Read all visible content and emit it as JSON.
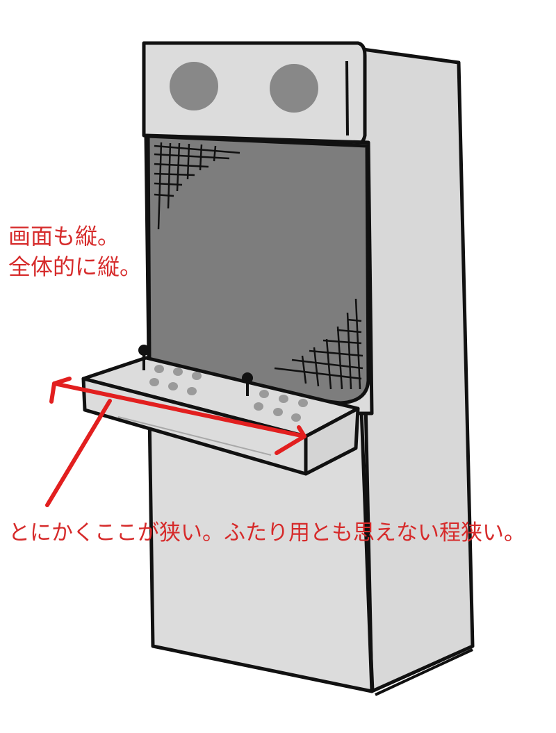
{
  "annotations": {
    "screen_note_line1": "画面も縦。",
    "screen_note_line2": "全体的に縦。",
    "panel_note": "とにかくここが狭い。ふたり用とも思えない程狭い。"
  },
  "colors": {
    "annotation": "#d62a2a",
    "cabinet_body": "#dcdcdc",
    "screen": "#7d7d7d",
    "speaker": "#888888",
    "outline": "#111111",
    "button": "#9a9a9a"
  }
}
